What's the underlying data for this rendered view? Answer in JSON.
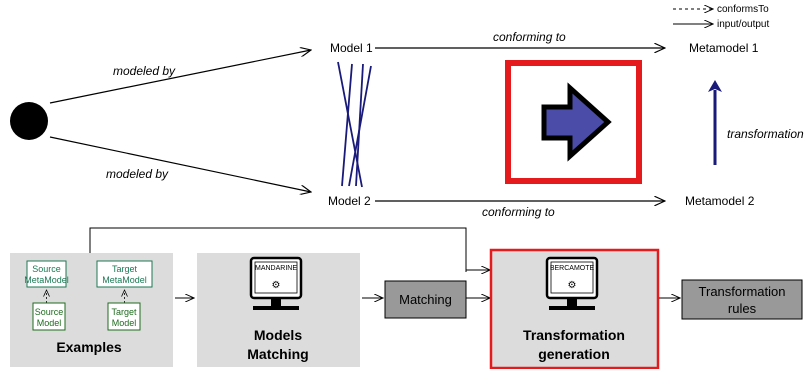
{
  "legend": {
    "conforms": "conformsTo",
    "io": "input/output"
  },
  "top": {
    "model1": "Model 1",
    "model2": "Model 2",
    "metamodel1": "Metamodel 1",
    "metamodel2": "Metamodel 2",
    "modeled_by_1": "modeled by",
    "modeled_by_2": "modeled by",
    "conforming_to_1": "conforming to",
    "conforming_to_2": "conforming to",
    "transformation": "transformation"
  },
  "pipeline": {
    "examples": {
      "title": "Examples",
      "source_metamodel": [
        "Source",
        "MetaModel"
      ],
      "target_metamodel": [
        "Target",
        "MetaModel"
      ],
      "source_model": [
        "Source",
        "Model"
      ],
      "target_model": [
        "Target",
        "Model"
      ]
    },
    "models_matching": {
      "title_lines": [
        "Models",
        "Matching"
      ],
      "screen": "MANDARINE"
    },
    "matching": "Matching",
    "transformation_generation": {
      "title_lines": [
        "Transformation",
        "generation"
      ],
      "screen": "BERCAMOTE"
    },
    "transformation_rules": [
      "Transformation",
      "rules"
    ]
  },
  "colors": {
    "highlight": "#e41a1c",
    "arrow_fill": "#4b4ba8",
    "mapping_lines": "#1a1a7a",
    "panel_bg": "#dcdcdc",
    "gray_box": "#999999"
  }
}
